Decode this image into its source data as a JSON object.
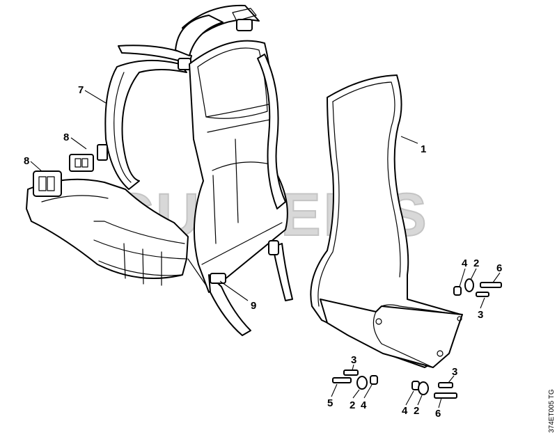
{
  "watermark": "CUTTER'S",
  "document_id": "374ET005 TG",
  "callouts": [
    {
      "key": "c1",
      "text": "1"
    },
    {
      "key": "c7",
      "text": "7"
    },
    {
      "key": "c8a",
      "text": "8"
    },
    {
      "key": "c8b",
      "text": "8"
    },
    {
      "key": "c9",
      "text": "9"
    },
    {
      "key": "c4r",
      "text": "4"
    },
    {
      "key": "c2r",
      "text": "2"
    },
    {
      "key": "c6r",
      "text": "6"
    },
    {
      "key": "c3r",
      "text": "3"
    },
    {
      "key": "c3l",
      "text": "3"
    },
    {
      "key": "c5l",
      "text": "5"
    },
    {
      "key": "c2l",
      "text": "2"
    },
    {
      "key": "c4l",
      "text": "4"
    },
    {
      "key": "c3b",
      "text": "3"
    },
    {
      "key": "c4b",
      "text": "4"
    },
    {
      "key": "c2b",
      "text": "2"
    },
    {
      "key": "c6b",
      "text": "6"
    }
  ]
}
